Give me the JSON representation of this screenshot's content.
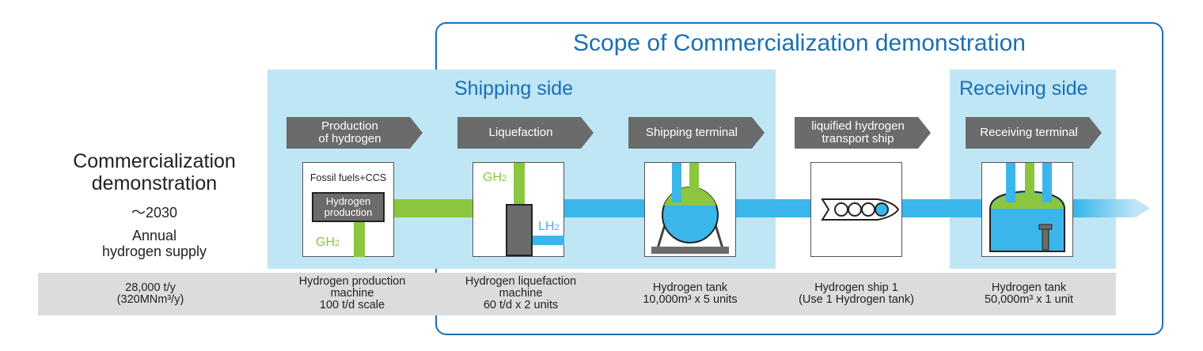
{
  "scope_title": "Scope of Commercialization demonstration",
  "zones": {
    "shipping": "Shipping side",
    "receiving": "Receiving side"
  },
  "left": {
    "title_line1": "Commercialization",
    "title_line2": "demonstration",
    "year": "～2030",
    "supply_line1": "Annual",
    "supply_line2": "hydrogen supply",
    "value_line1": "28,000 t/y",
    "value_line2": "(320MNm³/y)"
  },
  "stages": [
    {
      "line1": "Production",
      "line2": "of hydrogen"
    },
    {
      "line1": "Liquefaction",
      "line2": ""
    },
    {
      "line1": "Shipping terminal",
      "line2": ""
    },
    {
      "line1": "liquified hydrogen",
      "line2": "transport ship"
    },
    {
      "line1": "Receiving terminal",
      "line2": ""
    }
  ],
  "icons": {
    "production_top": "Fossil fuels+CCS",
    "production_box_line1": "Hydrogen",
    "production_box_line2": "production",
    "gh2_label": "GH",
    "lh2_label": "LH",
    "subscript_2": "2"
  },
  "specs": [
    {
      "lines": [
        "Hydrogen production",
        "machine",
        "100 t/d scale"
      ]
    },
    {
      "lines": [
        "Hydrogen liquefaction",
        "machine",
        "60 t/d x 2 units"
      ]
    },
    {
      "lines": [
        "Hydrogen tank",
        "10,000m³ x 5 units"
      ]
    },
    {
      "lines": [
        "Hydrogen ship 1",
        "(Use 1 Hydrogen tank)"
      ]
    },
    {
      "lines": [
        "Hydrogen tank",
        "50,000m³ x 1 unit"
      ]
    }
  ],
  "colors": {
    "accent_blue": "#1a6fb5",
    "zone_fill": "#bfe6f5",
    "gh2_green": "#8cc63f",
    "lh2_blue": "#3bb6ea",
    "stage_gray": "#6b6b6b"
  }
}
